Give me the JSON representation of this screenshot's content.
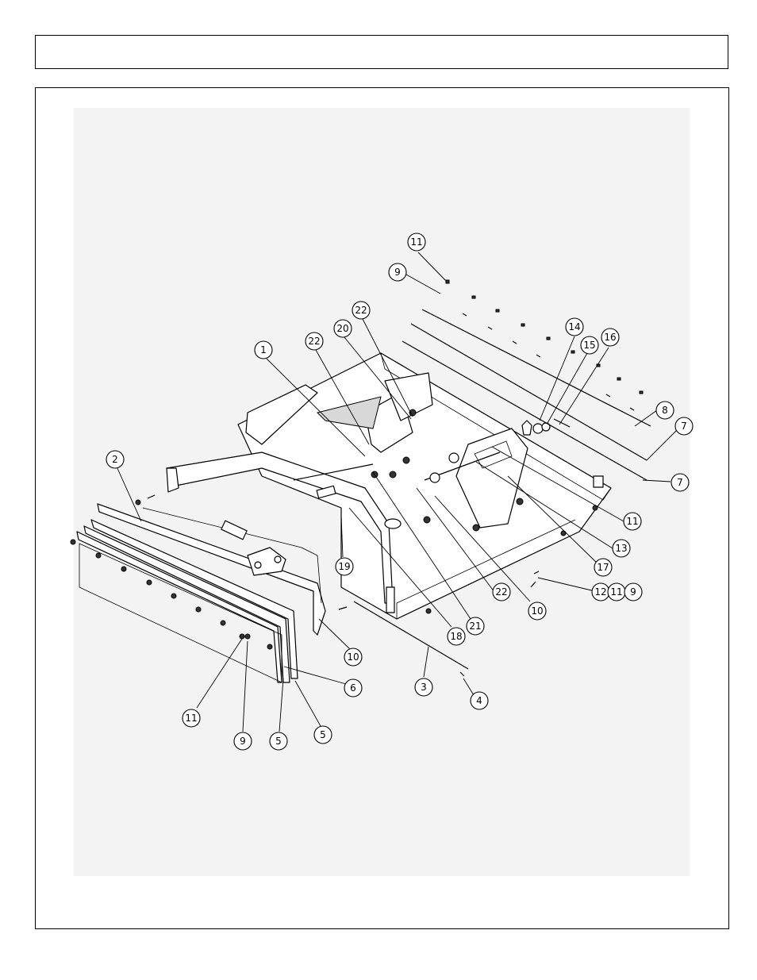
{
  "header": {
    "title": ""
  },
  "diagram": {
    "callouts": [
      {
        "label": "11"
      },
      {
        "label": "9"
      },
      {
        "label": "22"
      },
      {
        "label": "1"
      },
      {
        "label": "22"
      },
      {
        "label": "20"
      },
      {
        "label": "14"
      },
      {
        "label": "15"
      },
      {
        "label": "16"
      },
      {
        "label": "8"
      },
      {
        "label": "7"
      },
      {
        "label": "7"
      },
      {
        "label": "2"
      },
      {
        "label": "11"
      },
      {
        "label": "13"
      },
      {
        "label": "17"
      },
      {
        "label": "19"
      },
      {
        "label": "12"
      },
      {
        "label": "11"
      },
      {
        "label": "9"
      },
      {
        "label": "10"
      },
      {
        "label": "22"
      },
      {
        "label": "21"
      },
      {
        "label": "18"
      },
      {
        "label": "10"
      },
      {
        "label": "6"
      },
      {
        "label": "3"
      },
      {
        "label": "4"
      },
      {
        "label": "11"
      },
      {
        "label": "9"
      },
      {
        "label": "5"
      },
      {
        "label": "5"
      }
    ]
  }
}
